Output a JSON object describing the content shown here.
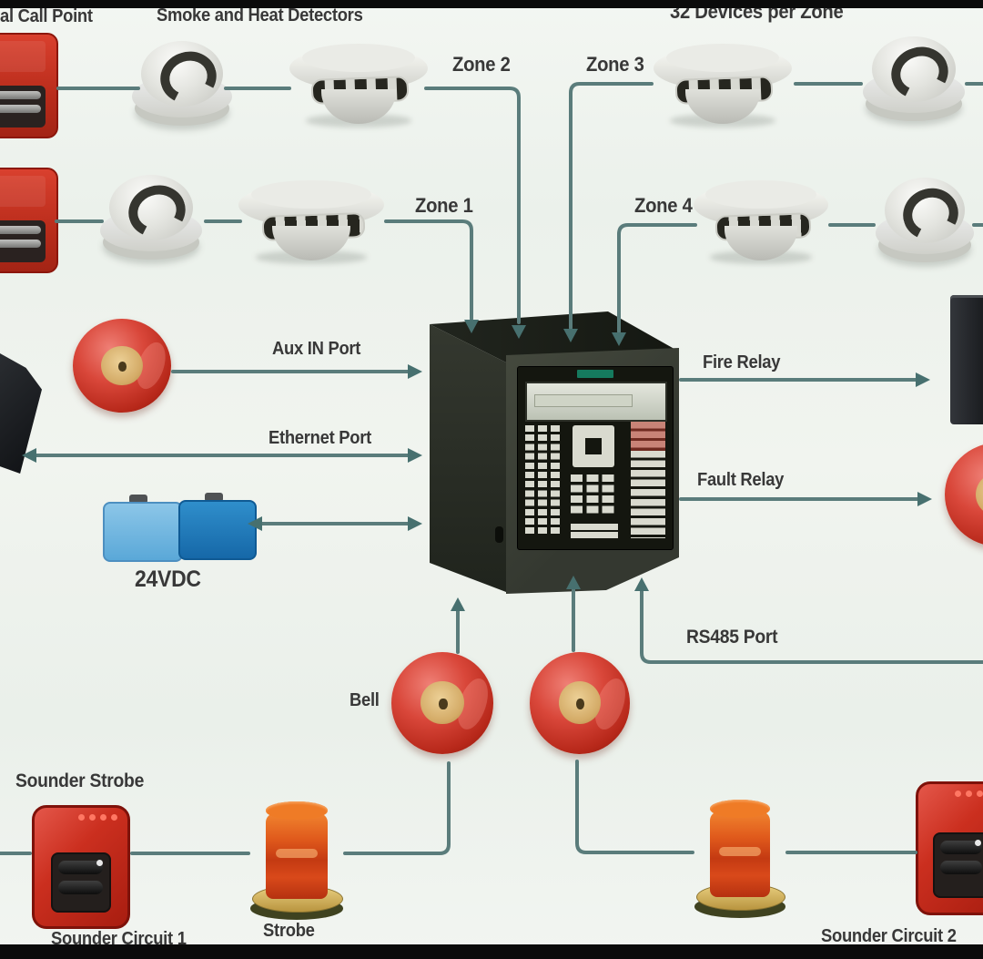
{
  "labels": {
    "manual_call_point": "al Call Point",
    "smoke_and_heat_detectors": "Smoke and Heat Detectors",
    "devices_per_zone": "32 Devices per Zone",
    "zone_1": "Zone 1",
    "zone_2": "Zone 2",
    "zone_3": "Zone 3",
    "zone_4": "Zone 4",
    "aux_in_port": "Aux IN Port",
    "ethernet_port": "Ethernet Port",
    "power_24vdc": "24VDC",
    "fire_relay": "Fire Relay",
    "fault_relay": "Fault Relay",
    "rs485_port": "RS485 Port",
    "bell": "Bell",
    "sounder_strobe": "Sounder Strobe",
    "sounder_circuit_1": "Sounder Circuit 1",
    "strobe": "Strobe",
    "sounder_circuit_2": "Sounder Circuit 2"
  },
  "colors": {
    "wire": "#5a7c7b",
    "arrowhead": "#47706f",
    "device_red": "#c62f1f",
    "bell_center_tan": "#d4ab67",
    "strobe_orange": "#d8491a",
    "strobe_base_gold": "#c9a84c",
    "battery_light_blue": "#7fc0e8",
    "battery_dark_blue": "#1f74b4",
    "panel_body": "#3c4137",
    "panel_key_light": "#d9dacf",
    "panel_brand_green": "#157a5e",
    "detector_shell": "#d9dad6",
    "label_text": "#383838",
    "background": "#eff3ef",
    "frame_bar": "#0b0b0b"
  }
}
